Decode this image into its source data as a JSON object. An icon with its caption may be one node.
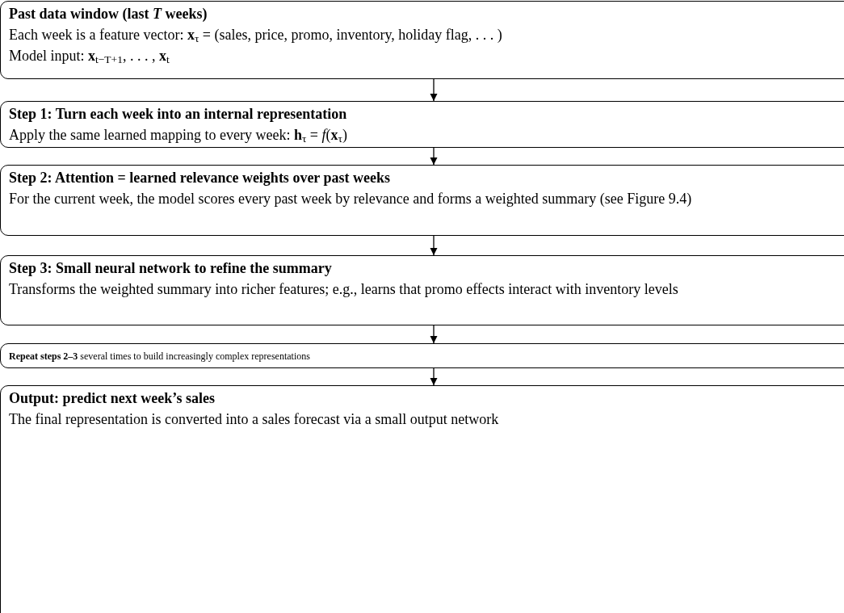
{
  "diagram": {
    "nodes": [
      {
        "text": [
          "Past data window (last *T* weeks)",
          "Each week is a feature vector: **x**$_{τ}$ = (sales, price, promo, inventory, holiday flag, . . . )",
          "Model input: **x**$_{t−T+1}$, . . . , **x**$_{t}$"
        ]
      },
      {
        "text": [
          "Step 1: Turn each week into an internal representation",
          "Apply the same learned mapping to every week: **h**$_{τ}$ = *f*(**x**$_{τ}$)"
        ]
      },
      {
        "text": [
          "Step 2: Attention = learned relevance weights over past weeks",
          "For the current week, the model scores every past week by relevance and forms a weighted summary (see Figure 9.4)"
        ]
      },
      {
        "text": [
          "Step 3: Small neural network to refine the summary",
          "Transforms the weighted summary into richer features; e.g., learns that promo effects interact with inventory levels"
        ]
      },
      {
        "text": [
          "**Repeat steps 2–3** several times to build increasingly complex representations"
        ]
      },
      {
        "text": [
          "Output: predict next week’s sales",
          "The final representation is converted into a sales forecast via a small output network"
        ]
      }
    ],
    "edges": [
      {
        "from": 0,
        "to": 1,
        "arrow": "to"
      },
      {
        "from": 1,
        "to": 2,
        "arrow": "to"
      },
      {
        "from": 2,
        "to": 3,
        "arrow": "to"
      },
      {
        "from": 3,
        "to": 4,
        "arrow": "to"
      },
      {
        "from": 4,
        "to": 5,
        "arrow": "to"
      }
    ]
  }
}
